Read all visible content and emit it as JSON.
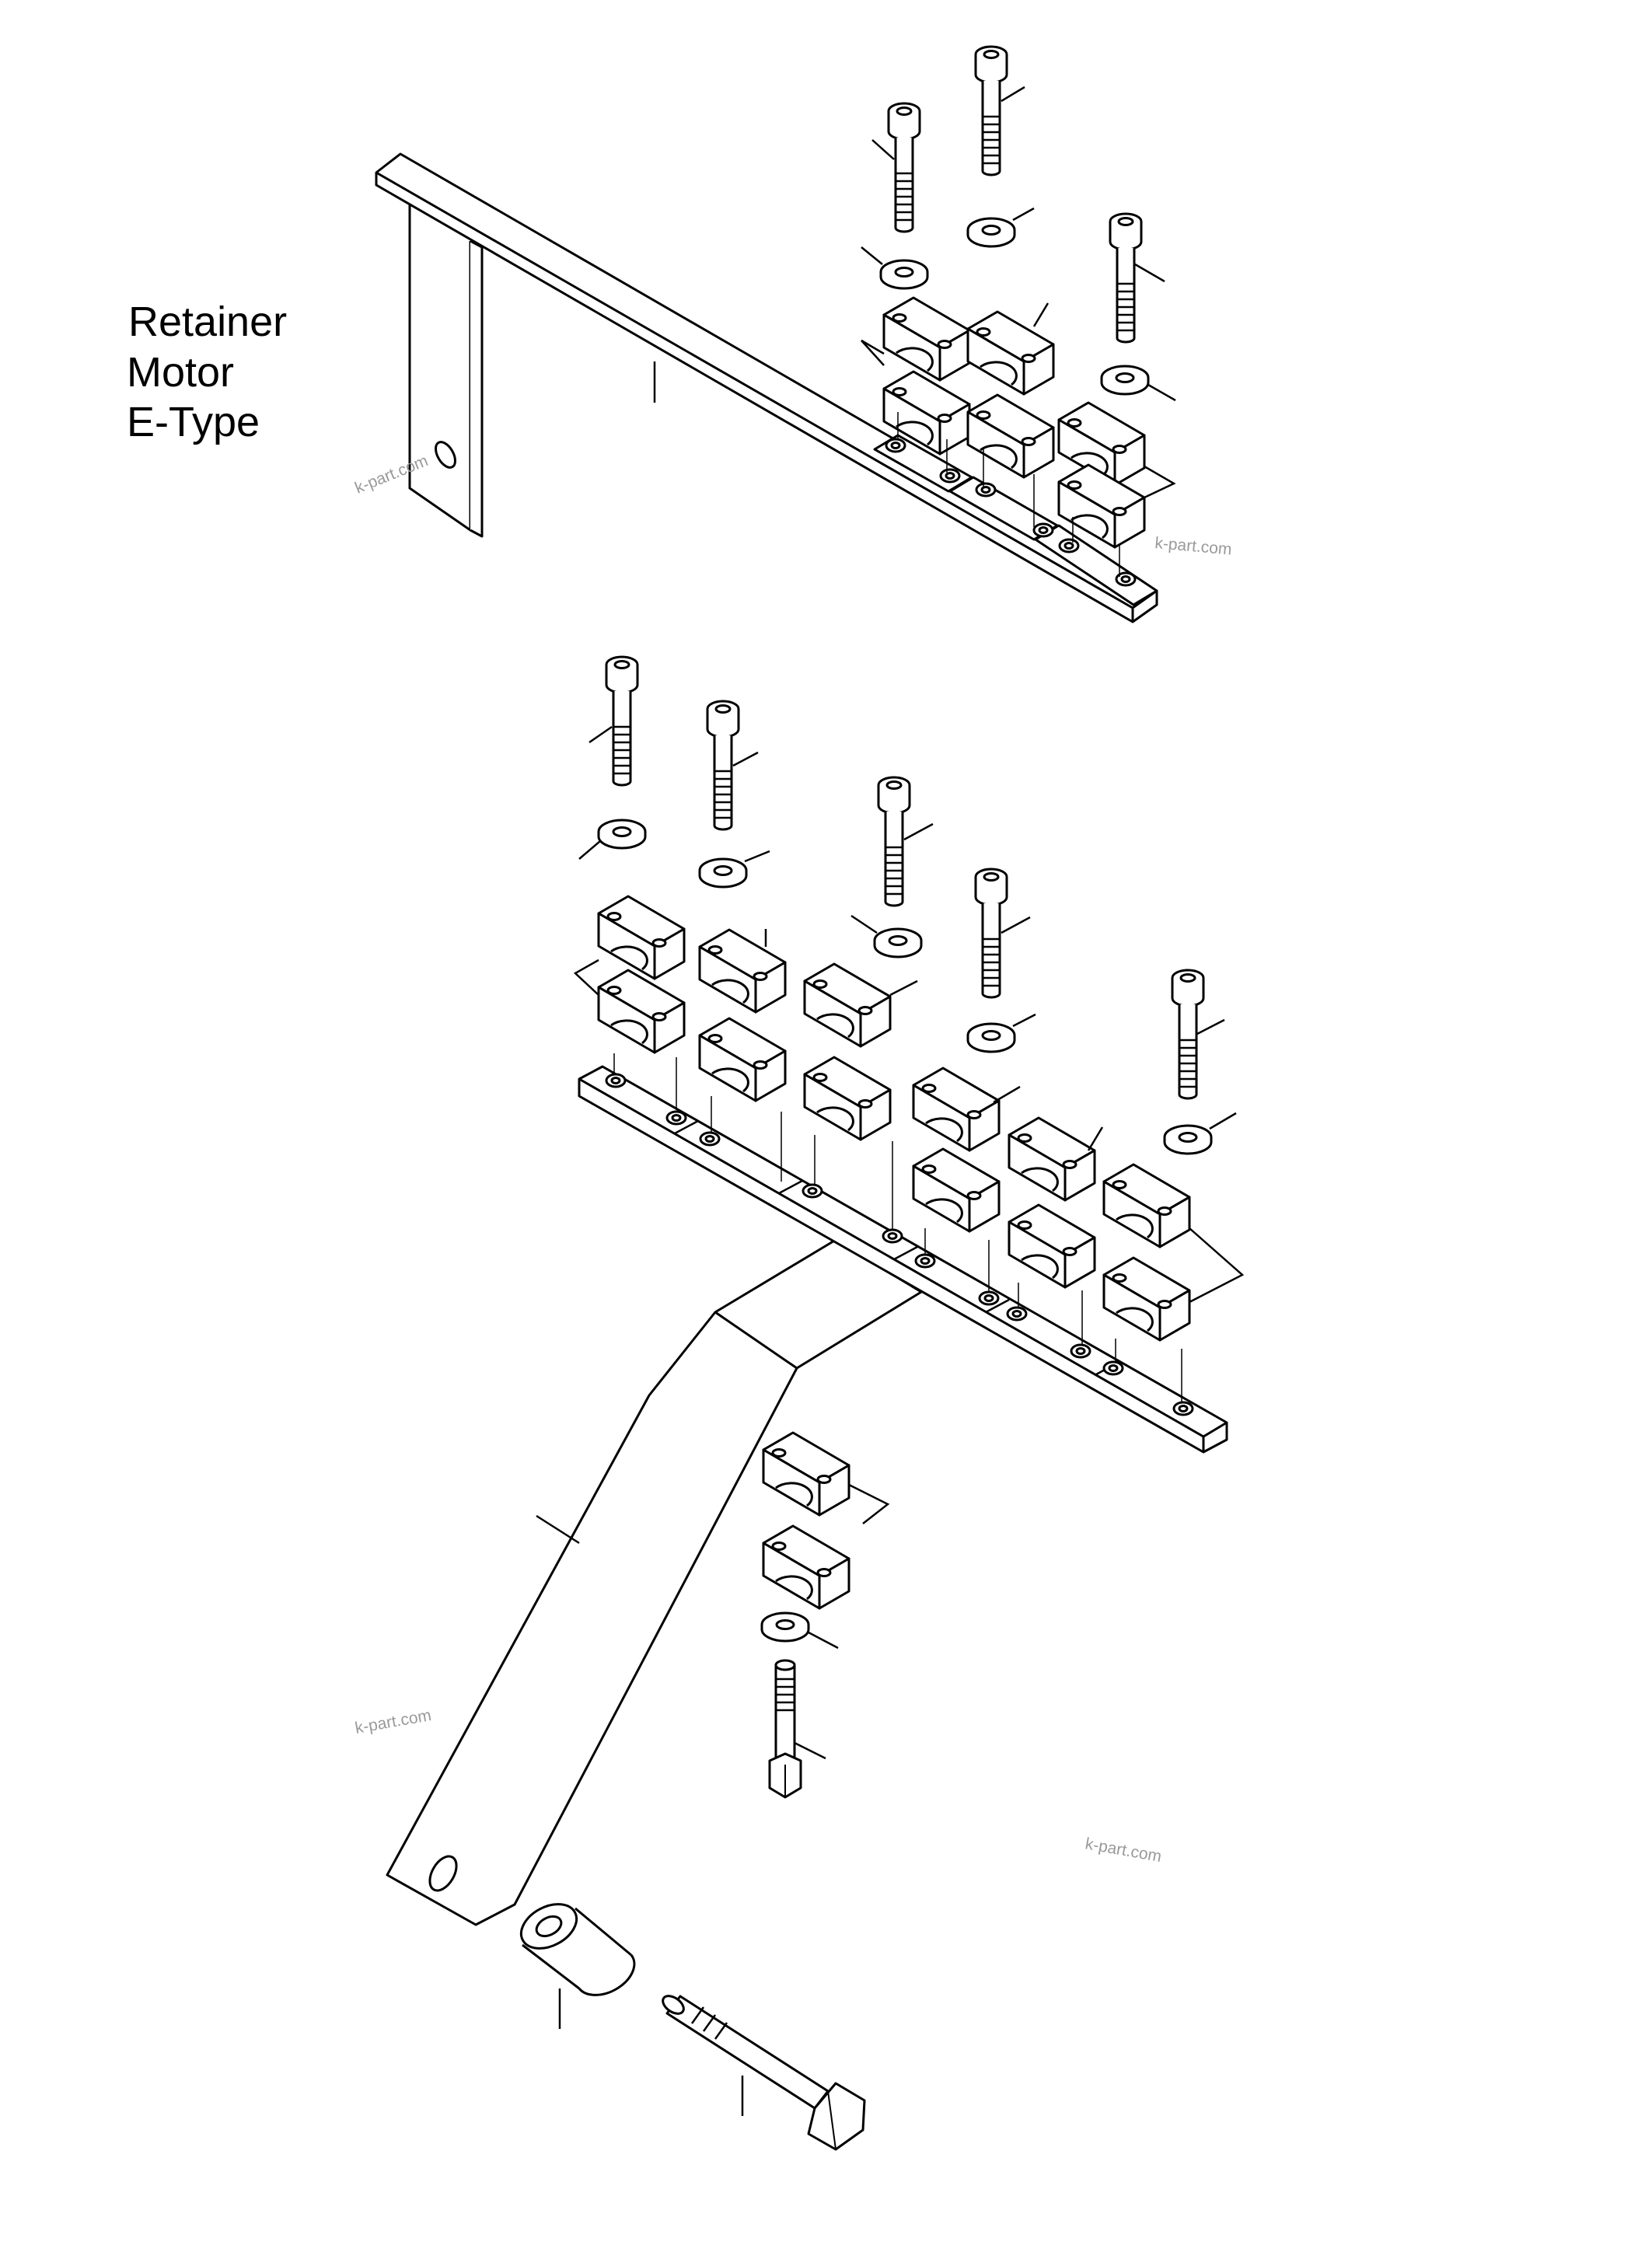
{
  "title_lines": [
    "Retainer",
    "Motor",
    "E-Type"
  ],
  "watermark": "k-part.com",
  "parts": {
    "upper_assembly": [
      "bracket",
      "rail",
      "bolts",
      "washers",
      "clamp-halves"
    ],
    "lower_assembly": [
      "bracket",
      "rail",
      "bolts",
      "washers",
      "clamp-halves",
      "spacer-sleeve",
      "hex-bolt"
    ]
  }
}
